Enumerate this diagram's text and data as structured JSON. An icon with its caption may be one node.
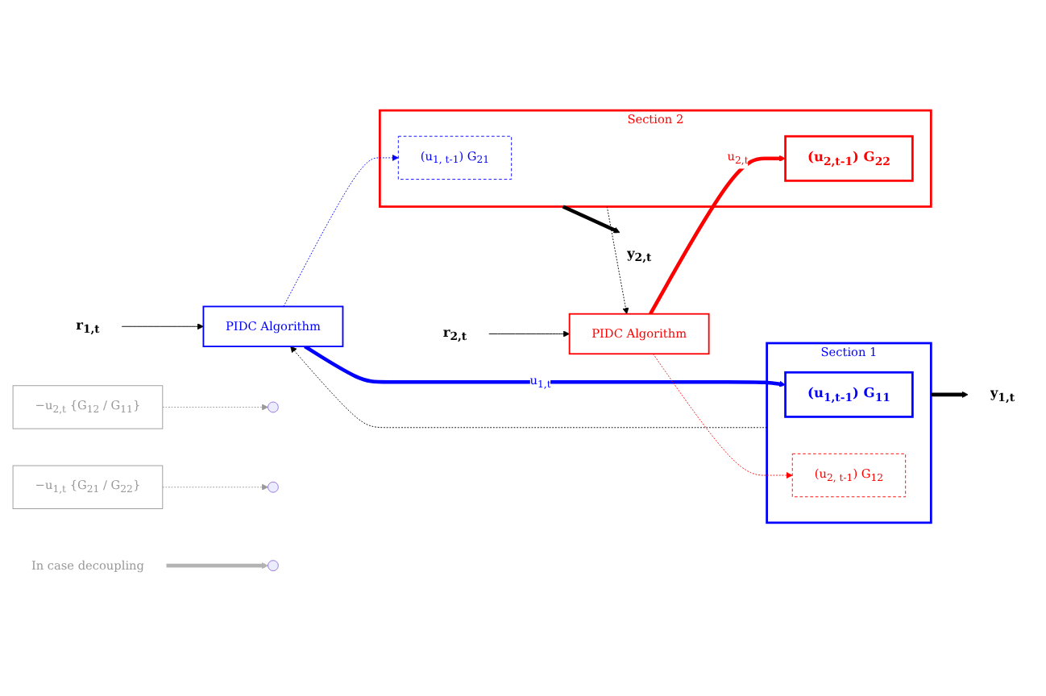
{
  "diagram": {
    "nodes": [
      {
        "text": [
          "r$_{1,t}$"
        ]
      },
      {
        "text": [
          "PIDC Algorithm"
        ]
      },
      {
        "text": [
          "Section 1"
        ]
      },
      {
        "text": [
          "(u$_{1,t-1}$) G$_{11}$"
        ],
        "in": 2
      },
      {
        "text": [
          "(u$_{2, t-1}$) G$_{12}$"
        ],
        "in": 2
      },
      {
        "text": [
          "y$_{1,t}$"
        ]
      },
      {
        "text": [
          "−u$_{2,t}$ {G$_{12}$ / G$_{11}$}"
        ]
      },
      {
        "text": [
          "In case decoupling"
        ]
      },
      {
        "text": [
          "−u$_{1,t}$ {G$_{21}$ / G$_{22}$}"
        ]
      },
      {
        "text": [
          "Section 2"
        ]
      },
      {
        "text": [
          "(u$_{1, t-1}$) G$_{21}$"
        ],
        "in": 9
      },
      {
        "text": [
          "(u$_{2,t-1}$) G$_{22}$"
        ],
        "in": 9
      },
      {
        "text": [
          "r$_{2,t}$"
        ]
      },
      {
        "text": [
          "PIDC Algorithm"
        ]
      },
      {
        "text": [
          "y$_{2,t}$"
        ]
      }
    ],
    "edges": [
      {
        "from": 0,
        "to": 1,
        "arrow": "to"
      },
      {
        "from": 1,
        "to": 3,
        "arrow": "to",
        "label": "u$_{1,t}$",
        "style": "thick",
        "color": "#0000ff"
      },
      {
        "from": 1,
        "to": 10,
        "arrow": "to",
        "style": "dashed",
        "color": "#0000ff"
      },
      {
        "from": 13,
        "to": 11,
        "arrow": "to",
        "label": "u$_{2,t}$",
        "style": "thick",
        "color": "#ff0000"
      },
      {
        "from": 13,
        "to": 4,
        "arrow": "to",
        "style": "dashed",
        "color": "#ff0000"
      },
      {
        "from": 2,
        "to": 5,
        "arrow": "to",
        "style": "thick"
      },
      {
        "from": 2,
        "to": 1,
        "arrow": "to",
        "style": "dashed"
      },
      {
        "from": 6,
        "to": null,
        "arrow": "to",
        "style": "dashed",
        "color": "#999999"
      },
      {
        "from": 8,
        "to": null,
        "arrow": "to",
        "style": "dashed",
        "color": "#999999"
      },
      {
        "from": 7,
        "to": null,
        "arrow": "to",
        "style": "thick",
        "color": "#b3b3b3"
      },
      {
        "from": 12,
        "to": 13,
        "arrow": "to"
      },
      {
        "from": 9,
        "to": 14,
        "arrow": "to",
        "style": "thick"
      },
      {
        "from": 9,
        "to": 13,
        "arrow": "to",
        "style": "dashed"
      }
    ]
  }
}
